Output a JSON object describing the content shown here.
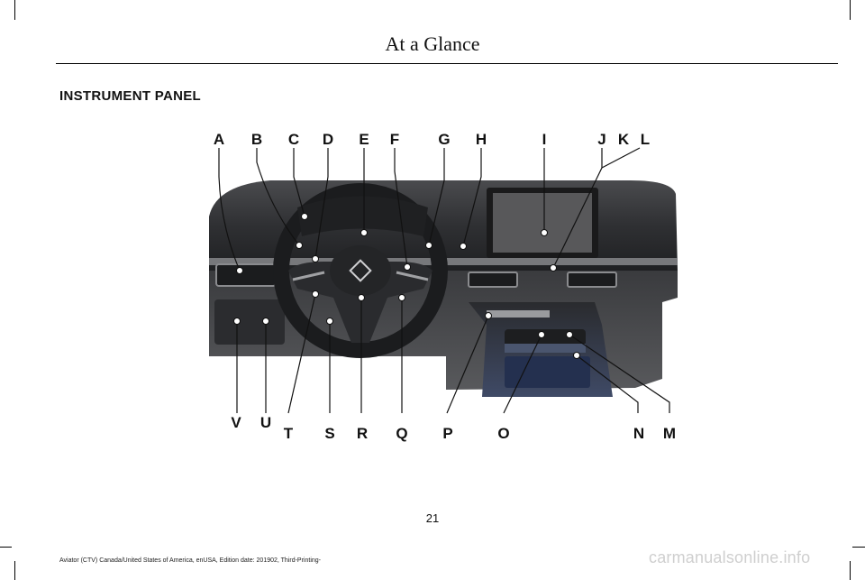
{
  "header": {
    "title": "At a Glance"
  },
  "section": {
    "title": "INSTRUMENT PANEL"
  },
  "figure": {
    "top_labels": [
      "A",
      "B",
      "C",
      "D",
      "E",
      "F",
      "G",
      "H",
      "I",
      "J",
      "K",
      "L"
    ],
    "bottom_labels": [
      "V",
      "U",
      "T",
      "S",
      "R",
      "Q",
      "P",
      "O",
      "N",
      "M"
    ]
  },
  "footer": {
    "page_number": "21",
    "edition": "Aviator (CTV) Canada/United States of America, enUSA, Edition date: 201902, Third-Printing-",
    "watermark": "carmanualsonline.info"
  },
  "colors": {
    "dash_dark": "#2e2f31",
    "dash_mid": "#3c3d40",
    "trim": "#8a8b8e",
    "screen": "#555557"
  }
}
